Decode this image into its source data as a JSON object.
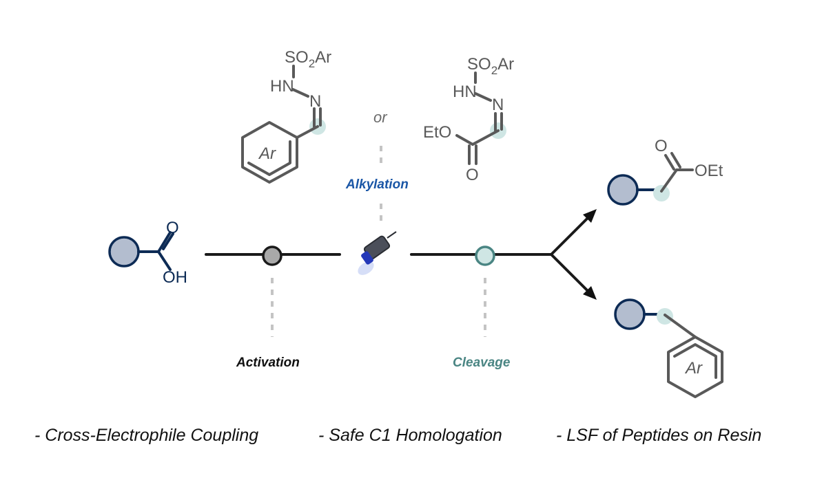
{
  "reagents": {
    "hydrazone_sulfonyl_label_1": "SO",
    "hydrazone_sulfonyl_sub_1": "2",
    "hydrazone_sulfonyl_ar_1": "Ar",
    "hydrazone_hn_label_1": "HN",
    "hydrazone_n_label_1": "N",
    "aryl_label_1": "Ar",
    "connector_or": "or",
    "hydrazone_sulfonyl_label_2": "SO",
    "hydrazone_sulfonyl_sub_2": "2",
    "hydrazone_sulfonyl_ar_2": "Ar",
    "hydrazone_hn_label_2": "HN",
    "hydrazone_n_label_2": "N",
    "ester_eto_label": "EtO",
    "ester_o_label": "O"
  },
  "start": {
    "acid_o_label": "O",
    "acid_oh_label": "OH"
  },
  "steps": {
    "activation": "Activation",
    "alkylation": "Alkylation",
    "cleavage": "Cleavage"
  },
  "products": {
    "ester_o_label": "O",
    "ester_oet_label": "OEt",
    "aryl_label": "Ar"
  },
  "features": [
    "- Cross-Electrophile Coupling",
    "- Safe C1 Homologation",
    "- LSF of Peptides on Resin"
  ],
  "colors": {
    "activation": "#111111",
    "alkylation": "#1a56a6",
    "cleavage": "#4a8583",
    "resin": "#b3bdcf",
    "resin_outline": "#0d2b55",
    "marker": "#cfe6e4"
  }
}
